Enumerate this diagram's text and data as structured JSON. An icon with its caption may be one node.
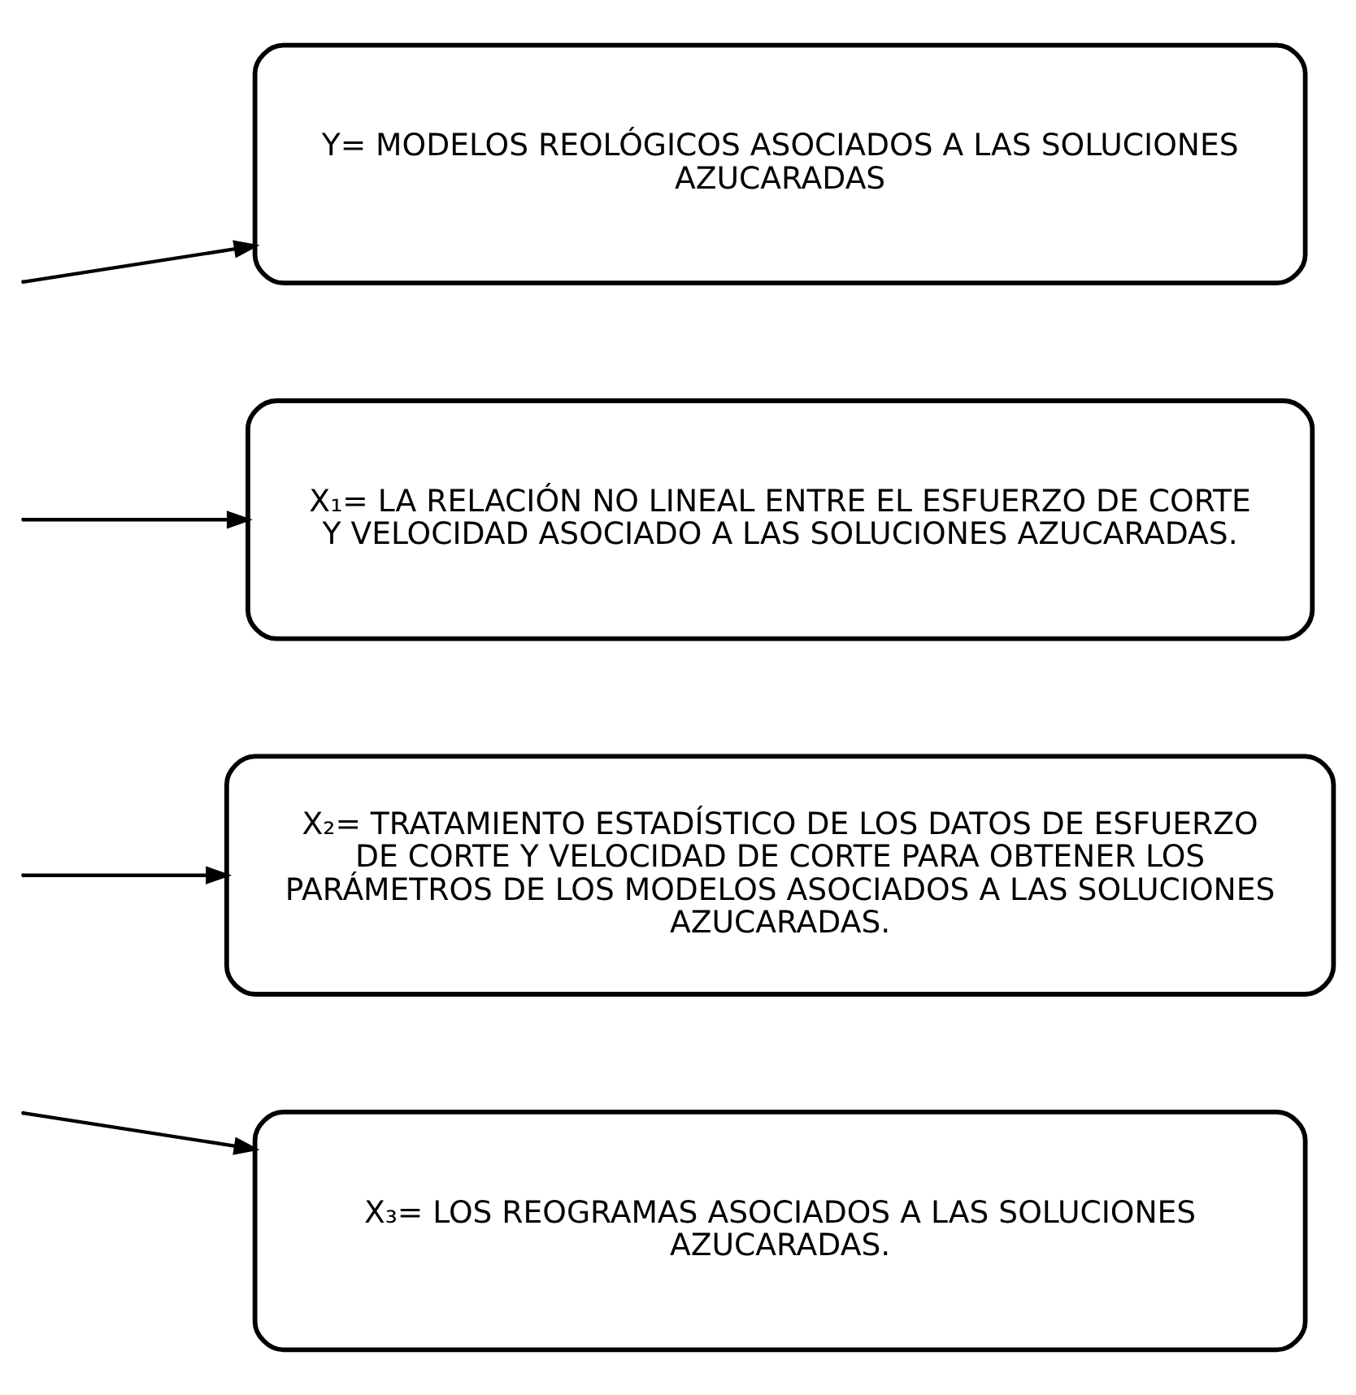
{
  "diagram": {
    "nodes": [
      {
        "text": [
          "Y= MODELOS REOLÓGICOS ASOCIADOS A LAS SOLUCIONES AZUCARADAS"
        ]
      },
      {
        "text": [
          "X₁= LA RELACIÓN NO LINEAL ENTRE EL ESFUERZO DE CORTE Y VELOCIDAD ASOCIADO A LAS SOLUCIONES AZUCARADAS."
        ]
      },
      {
        "text": [
          "X₂= TRATAMIENTO ESTADÍSTICO DE LOS DATOS DE ESFUERZO DE CORTE Y VELOCIDAD DE CORTE PARA OBTENER LOS PARÁMETROS DE LOS MODELOS ASOCIADOS A LAS SOLUCIONES AZUCARADAS."
        ]
      },
      {
        "text": [
          "X₃= LOS REOGRAMAS ASOCIADOS A LAS SOLUCIONES AZUCARADAS."
        ]
      }
    ],
    "edges": [
      {
        "from": null,
        "to": 0,
        "arrow": "to"
      },
      {
        "from": null,
        "to": 1,
        "arrow": "to"
      },
      {
        "from": null,
        "to": 2,
        "arrow": "to"
      },
      {
        "from": null,
        "to": 3,
        "arrow": "to"
      }
    ]
  }
}
